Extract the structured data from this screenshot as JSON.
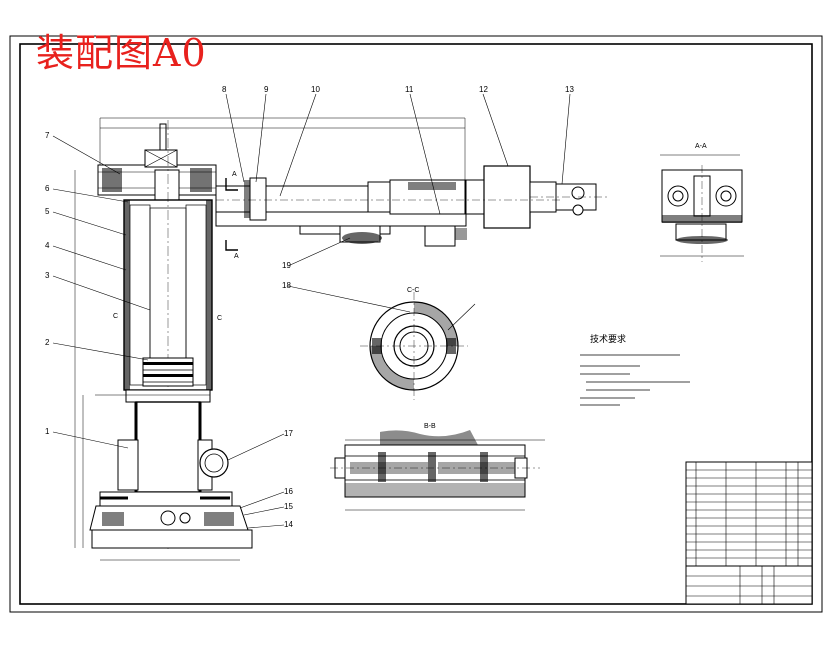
{
  "title": "装配图A0",
  "balloons": [
    "1",
    "2",
    "3",
    "4",
    "5",
    "6",
    "7",
    "8",
    "9",
    "10",
    "11",
    "12",
    "13",
    "14",
    "15",
    "16",
    "17",
    "18",
    "19"
  ],
  "section_labels": {
    "view_aa": "A-A",
    "view_cc": "C-C",
    "view_bb": "B-B",
    "cut_a_top": "A",
    "cut_a_bottom": "A",
    "cut_c_left": "C",
    "cut_c_right": "C"
  },
  "notes_heading": "技术要求",
  "colors": {
    "title": "#e8211d",
    "linework": "#000000",
    "paper": "#ffffff"
  }
}
